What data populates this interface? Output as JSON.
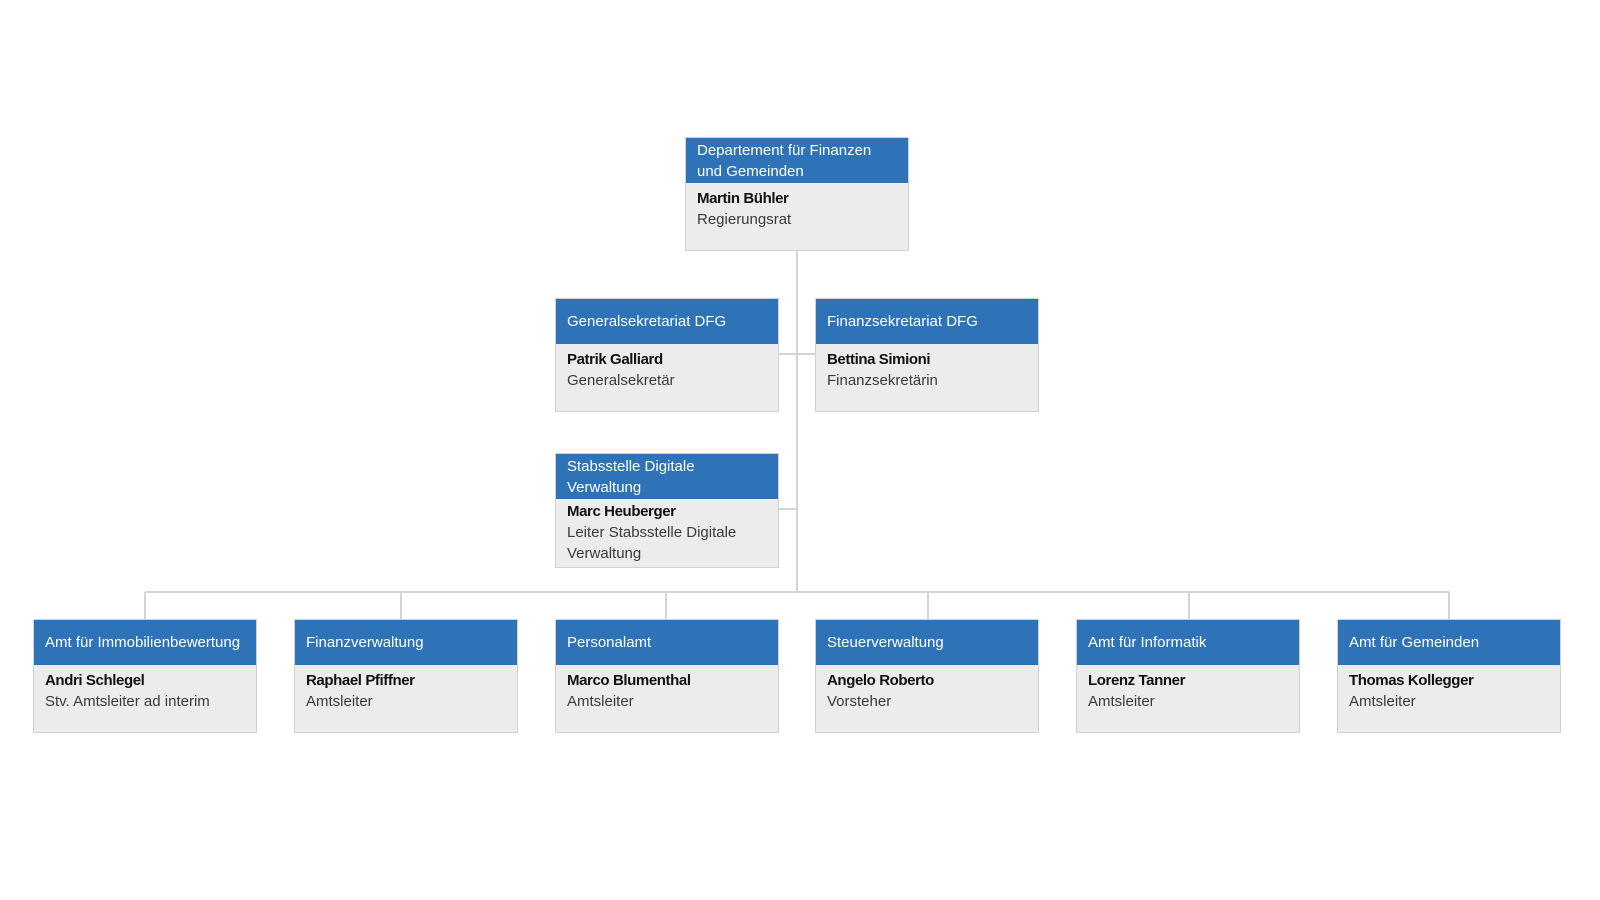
{
  "colors": {
    "header": "#2e73b8",
    "body": "#ececec",
    "border": "#d2d2d2",
    "connector": "#d4d4d4"
  },
  "top": {
    "unit": "Departement für Finanzen und Gemeinden",
    "name": "Martin Bühler",
    "role": "Regierungsrat"
  },
  "staff": [
    {
      "unit": "Generalsekretariat DFG",
      "name": "Patrik Galliard",
      "role": "Generalsekretär"
    },
    {
      "unit": "Finanzsekretariat DFG",
      "name": "Bettina Simioni",
      "role": "Finanzsekretärin"
    },
    {
      "unit": "Stabsstelle Digitale Verwaltung",
      "name": "Marc Heuberger",
      "role": "Leiter Stabsstelle Digitale Verwaltung"
    }
  ],
  "offices": [
    {
      "unit": "Amt für Immobilienbewertung",
      "name": "Andri Schlegel",
      "role": "Stv. Amtsleiter ad interim"
    },
    {
      "unit": "Finanzverwaltung",
      "name": "Raphael Pfiffner",
      "role": "Amtsleiter"
    },
    {
      "unit": "Personalamt",
      "name": "Marco Blumenthal",
      "role": "Amtsleiter"
    },
    {
      "unit": "Steuerverwaltung",
      "name": "Angelo Roberto",
      "role": "Vorsteher"
    },
    {
      "unit": "Amt für Informatik",
      "name": "Lorenz Tanner",
      "role": "Amtsleiter"
    },
    {
      "unit": "Amt für Gemeinden",
      "name": "Thomas Kollegger",
      "role": "Amtsleiter"
    }
  ]
}
